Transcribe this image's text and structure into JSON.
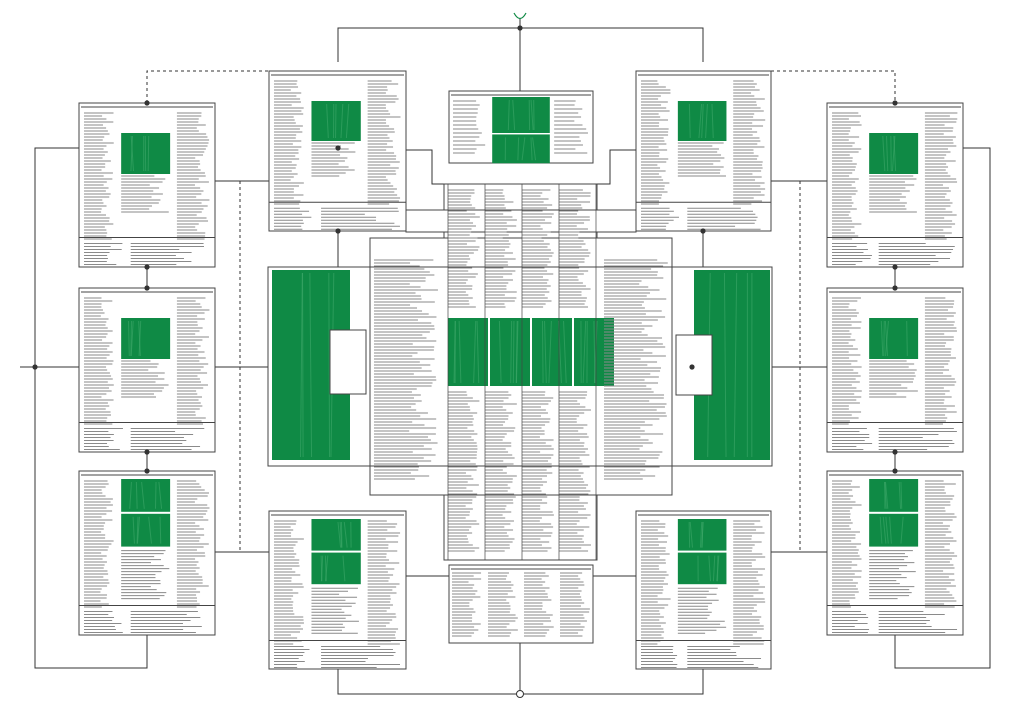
{
  "colors": {
    "background": "#ffffff",
    "accent_green": "#0f8a45",
    "accent_green_light": "#3fa86a",
    "line": "#333333",
    "frame": "#444444",
    "text_line": "#8a8a8a"
  },
  "diagram": {
    "cards": [
      {
        "id": "card-left-top",
        "figure": "single"
      },
      {
        "id": "card-left-middle",
        "figure": "single"
      },
      {
        "id": "card-left-bottom",
        "figure": "double"
      },
      {
        "id": "card-upper-left",
        "figure": "single"
      },
      {
        "id": "card-top-center",
        "figure": "wide"
      },
      {
        "id": "card-upper-right",
        "figure": "single"
      },
      {
        "id": "card-right-top",
        "figure": "single"
      },
      {
        "id": "card-right-middle",
        "figure": "single"
      },
      {
        "id": "card-right-bottom",
        "figure": "double"
      },
      {
        "id": "card-lower-left",
        "figure": "double"
      },
      {
        "id": "card-bottom-center",
        "figure": "none"
      },
      {
        "id": "card-lower-right",
        "figure": "double"
      }
    ],
    "central_cluster": {
      "figure": "central-band",
      "columns": 4
    }
  }
}
